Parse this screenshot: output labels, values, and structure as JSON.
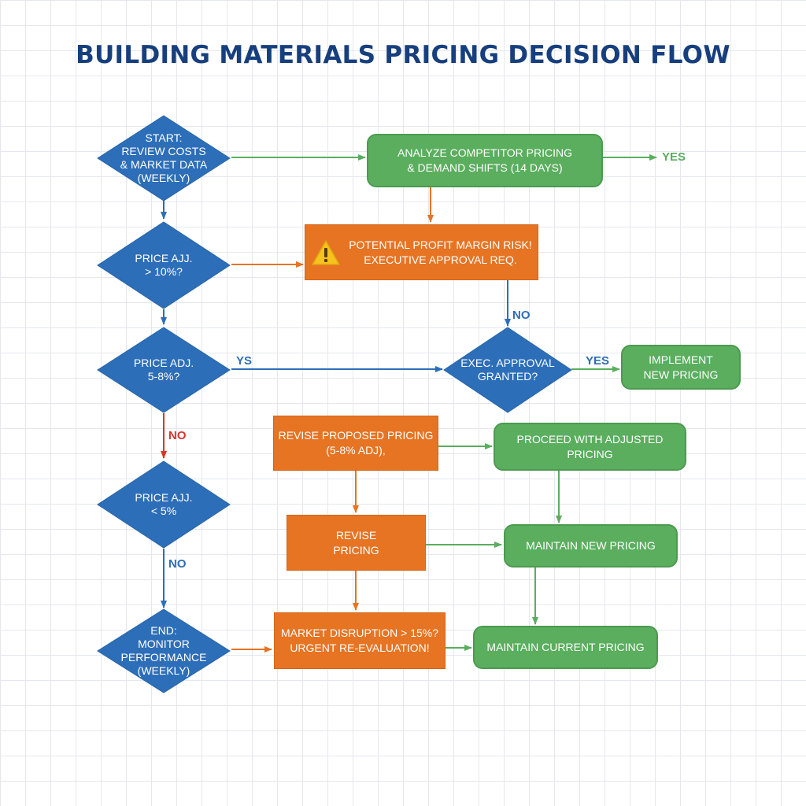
{
  "title": "BUILDING MATERIALS PRICING DECISION FLOW",
  "colors": {
    "blue": "#2d6eb8",
    "green": "#5aae5e",
    "orange": "#e67423",
    "red": "#d9352b",
    "title": "#173f7e"
  },
  "nodes": {
    "start": [
      "START:",
      "REVIEW COSTS",
      "& MARKET DATA",
      "(WEEKLY)"
    ],
    "adj_gt10": [
      "PRICE AJJ.",
      "> 10%?"
    ],
    "adj_5_8": [
      "PRICE ADJ.",
      "5-8%?"
    ],
    "adj_lt5": [
      "PRICE AJJ.",
      "< 5%"
    ],
    "end": [
      "END:",
      "MONITOR",
      "PERFORMANCE",
      "(WEEKLY)"
    ],
    "analyze": [
      "ANALYZE COMPETITOR PRICING",
      "& DEMAND SHIFTS (14 DAYS)"
    ],
    "risk": [
      "POTENTIAL PROFIT MARGIN RISK!",
      "EXECUTIVE APPROVAL REQ."
    ],
    "exec_approval": [
      "EXEC. APPROVAL",
      "GRANTED?"
    ],
    "implement": [
      "IMPLEMENT",
      "NEW PRICING"
    ],
    "revise_proposed": [
      "REVISE PROPOSED PRICING",
      "(5-8% ADJ),"
    ],
    "proceed": [
      "PROCEED WITH ADJUSTED",
      "PRICING"
    ],
    "revise": [
      "REVISE",
      "PRICING"
    ],
    "maintain_new": [
      "MAINTAIN NEW PRICING"
    ],
    "disruption": [
      "MARKET DISRUPTION > 15%?",
      "URGENT RE-EVALUATION!"
    ],
    "maintain_current": [
      "MAINTAIN CURRENT PRICING"
    ]
  },
  "labels": {
    "yes_top": "YES",
    "no_risk": "NO",
    "ys_mid": "YS",
    "yes_exec": "YES",
    "no_red": "NO",
    "no_bottom": "NO"
  },
  "icons": {
    "risk": "warning-icon"
  }
}
